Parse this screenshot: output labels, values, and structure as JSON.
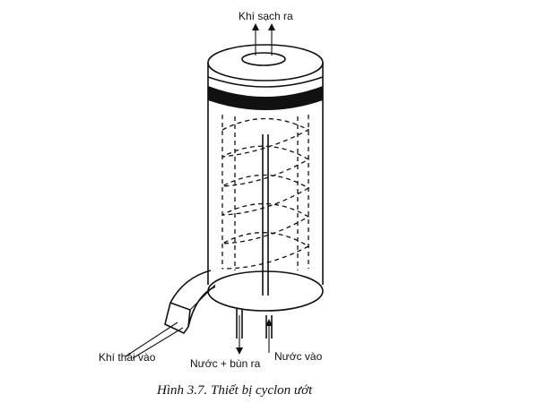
{
  "labels": {
    "clean_gas_out": "Khí sạch ra",
    "exhaust_in": "Khí thải vào",
    "water_sludge_out": "Nước + bùn ra",
    "water_in": "Nước vào"
  },
  "caption": "Hình 3.7. Thiết bị cyclon ướt"
}
